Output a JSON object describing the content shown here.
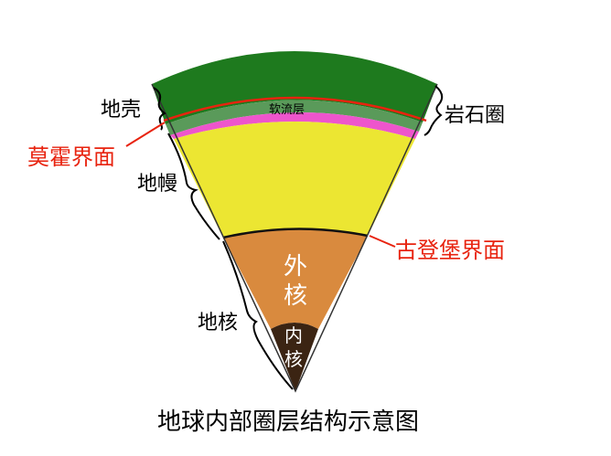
{
  "labels": {
    "crust": "地壳",
    "mantle": "地幔",
    "core": "地核",
    "lithosphere": "岩石圈",
    "asthenosphere": "软流层",
    "moho": "莫霍界面",
    "gutenberg": "古登堡界面",
    "outer_core": [
      "外",
      "核"
    ],
    "inner_core": [
      "内",
      "核"
    ]
  },
  "caption": "地球内部圈层结构示意图",
  "colors": {
    "crust": "#1e7a1e",
    "lithosphere_mantle": "#5a9a5a",
    "asthenosphere": "#ee55cc",
    "mantle": "#ece632",
    "outer_core": "#d98a3e",
    "inner_core": "#3b2413",
    "boundary_red": "#e8230f",
    "boundary_dark": "#111111"
  },
  "icons": {
    "left_braces": "curly-brace-icon",
    "right_brace": "curly-brace-icon"
  }
}
